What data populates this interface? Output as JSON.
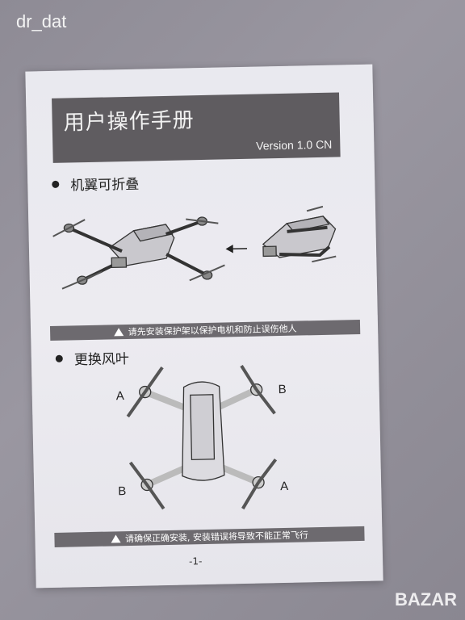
{
  "watermark": {
    "top": "dr_dat",
    "bottom": "BAZAR"
  },
  "manual": {
    "title": "用户操作手册",
    "version": "Version 1.0 CN",
    "section1": "机翼可折叠",
    "warning1": "请先安装保护架以保护电机和防止误伤他人",
    "section2": "更换风叶",
    "prop_labels": {
      "top_left": "A",
      "top_right": "B",
      "bottom_left": "B",
      "bottom_right": "A"
    },
    "warning2": "请确保正确安装, 安装错误将导致不能正常飞行",
    "page": "-1-"
  },
  "colors": {
    "header_bg": "#5f5c60",
    "warning_bg": "#6d6a6f",
    "paper": "#ebeaf0"
  }
}
